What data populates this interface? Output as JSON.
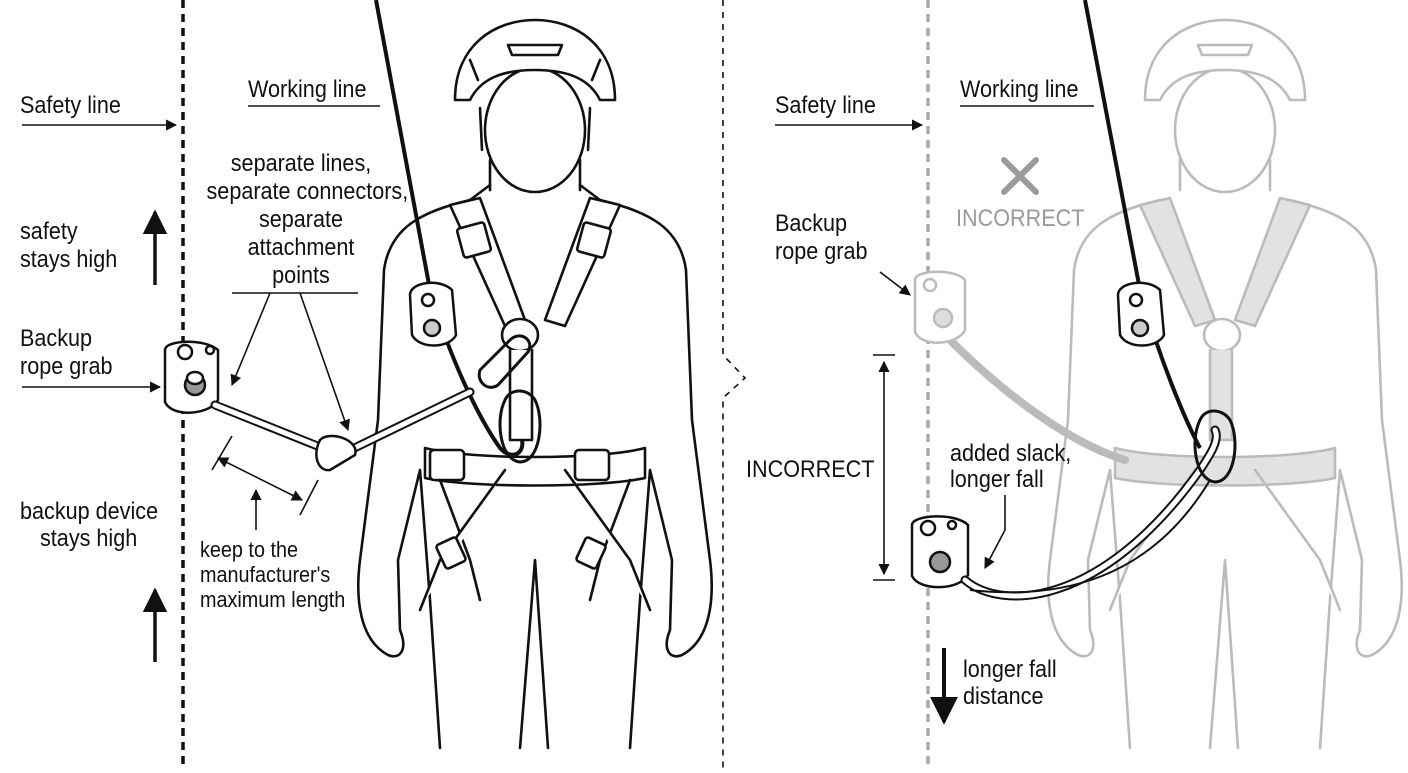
{
  "left_panel": {
    "safety_line": "Safety line",
    "working_line": "Working line",
    "separate_note": [
      "separate lines,",
      "separate connectors,",
      "separate",
      "attachment",
      "points"
    ],
    "safety_stays_high": [
      "safety",
      "stays high"
    ],
    "backup_rope_grab": [
      "Backup",
      "rope grab"
    ],
    "backup_device_stays_high": [
      "backup device",
      "stays high"
    ],
    "length_note": [
      "keep to the",
      "manufacturer's",
      "maximum length"
    ]
  },
  "right_panel": {
    "safety_line": "Safety line",
    "working_line": "Working line",
    "incorrect_mark": "INCORRECT",
    "backup_rope_grab": [
      "Backup",
      "rope grab"
    ],
    "incorrect_label": "INCORRECT",
    "slack_note": [
      "added slack,",
      "longer fall"
    ],
    "fall_note": [
      "longer fall",
      "distance"
    ]
  },
  "colors": {
    "ink": "#111111",
    "faded": "#b8b8b8",
    "faded_fill": "#e2e2e2"
  }
}
